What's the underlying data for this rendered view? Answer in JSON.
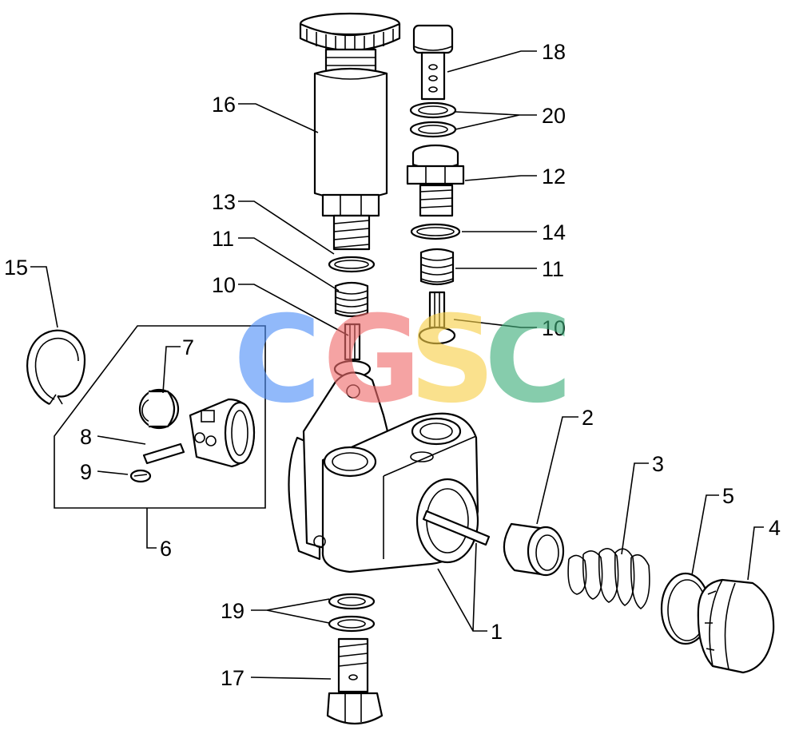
{
  "callouts": {
    "c1": "1",
    "c2": "2",
    "c3": "3",
    "c4": "4",
    "c5": "5",
    "c6": "6",
    "c7": "7",
    "c8": "8",
    "c9": "9",
    "c10a": "10",
    "c10b": "10",
    "c11a": "11",
    "c11b": "11",
    "c12": "12",
    "c13": "13",
    "c14": "14",
    "c15": "15",
    "c16": "16",
    "c17": "17",
    "c18": "18",
    "c19": "19",
    "c20": "20"
  },
  "watermark": {
    "letters": [
      "C",
      "G",
      "S",
      "C"
    ],
    "colors": [
      "#4f8ff7",
      "#ef6c6c",
      "#f8d048",
      "#3dae7a"
    ]
  }
}
